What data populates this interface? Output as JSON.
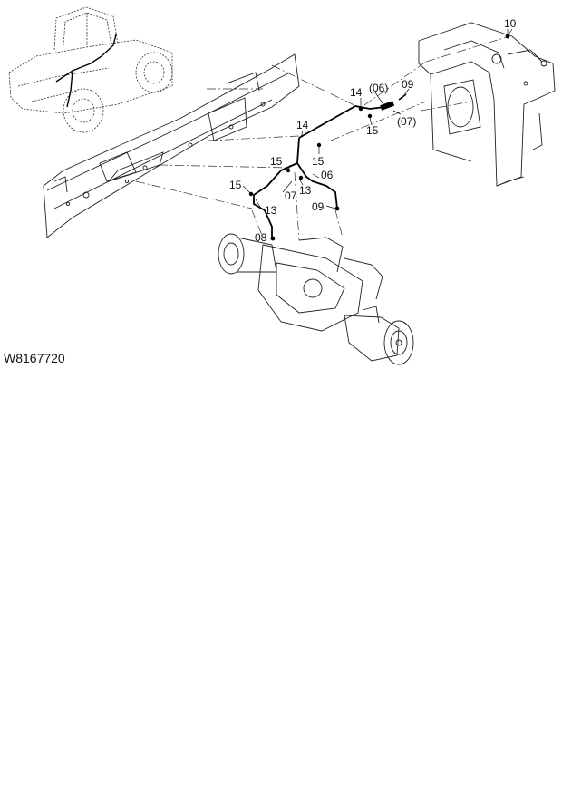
{
  "figure": {
    "id": "W8167720"
  },
  "callouts": {
    "c10": "10",
    "c14a": "14",
    "c06a": "(06)",
    "c09a": "09",
    "c15a": "15",
    "c07a": "(07)",
    "c14b": "14",
    "c15b": "15",
    "c15c": "15",
    "c06b": "06",
    "c15d": "15",
    "c07b": "07",
    "c13a": "13",
    "c09b": "09",
    "c13b": "13",
    "c08": "08"
  },
  "colors": {
    "line": "#111111",
    "detail": "#333333",
    "hose": "#000000"
  }
}
